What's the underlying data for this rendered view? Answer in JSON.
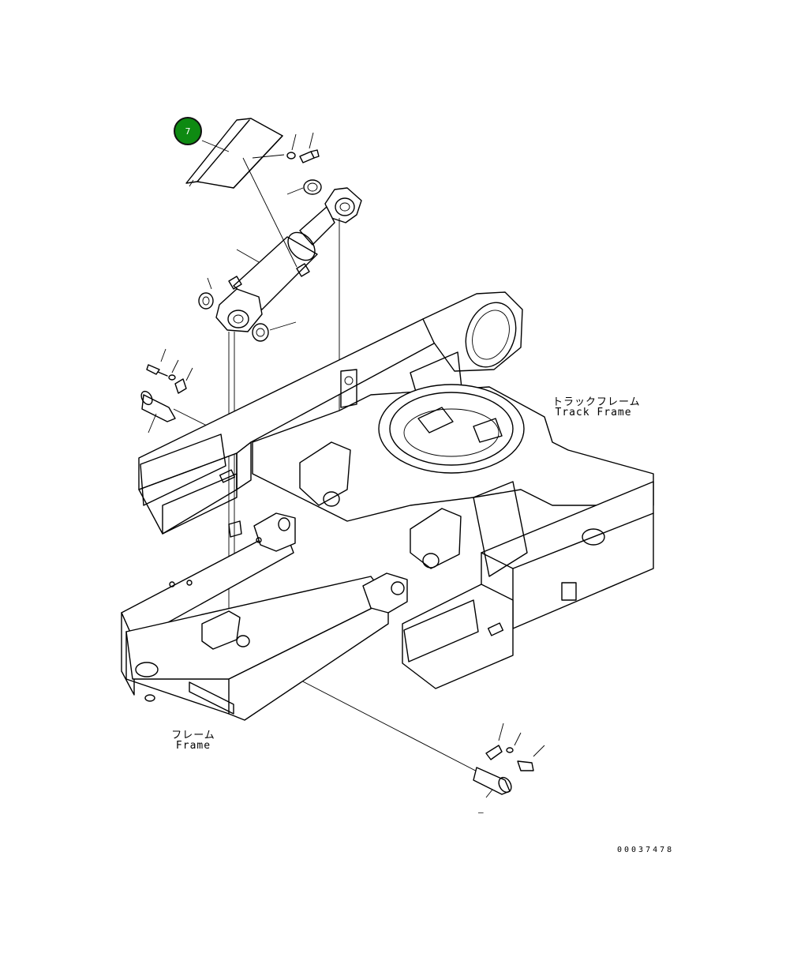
{
  "callout": {
    "number": "7",
    "color": "#0e8a12"
  },
  "labels": {
    "track_frame_jp": "トラックフレーム",
    "track_frame_en": "Track Frame",
    "frame_jp": "フレーム",
    "frame_en": "Frame"
  },
  "drawing_number": "00037478",
  "pin_marker": "–"
}
